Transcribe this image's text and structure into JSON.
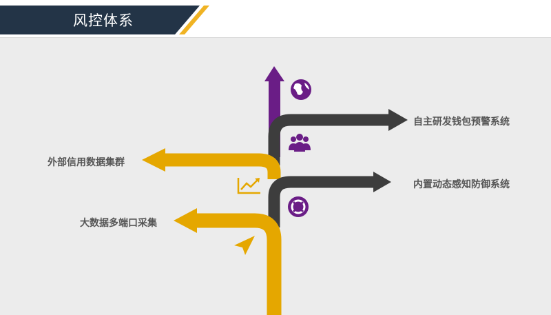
{
  "header": {
    "title": "风控体系"
  },
  "branches": {
    "right_top": "自主研发钱包预警系统",
    "right_bottom": "内置动态感知防御系统",
    "left_top": "外部信用数据集群",
    "left_bottom": "大数据多端口采集"
  },
  "icons": {
    "globe": "globe-icon",
    "people": "people-icon",
    "chart": "trend-chart-icon",
    "lifebuoy": "lifebuoy-icon",
    "plane": "paper-plane-icon"
  },
  "colors": {
    "navy": "#233447",
    "gold": "#f0b323",
    "amber": "#e5a700",
    "charcoal": "#3d3d3d",
    "purple": "#6a1d86"
  }
}
